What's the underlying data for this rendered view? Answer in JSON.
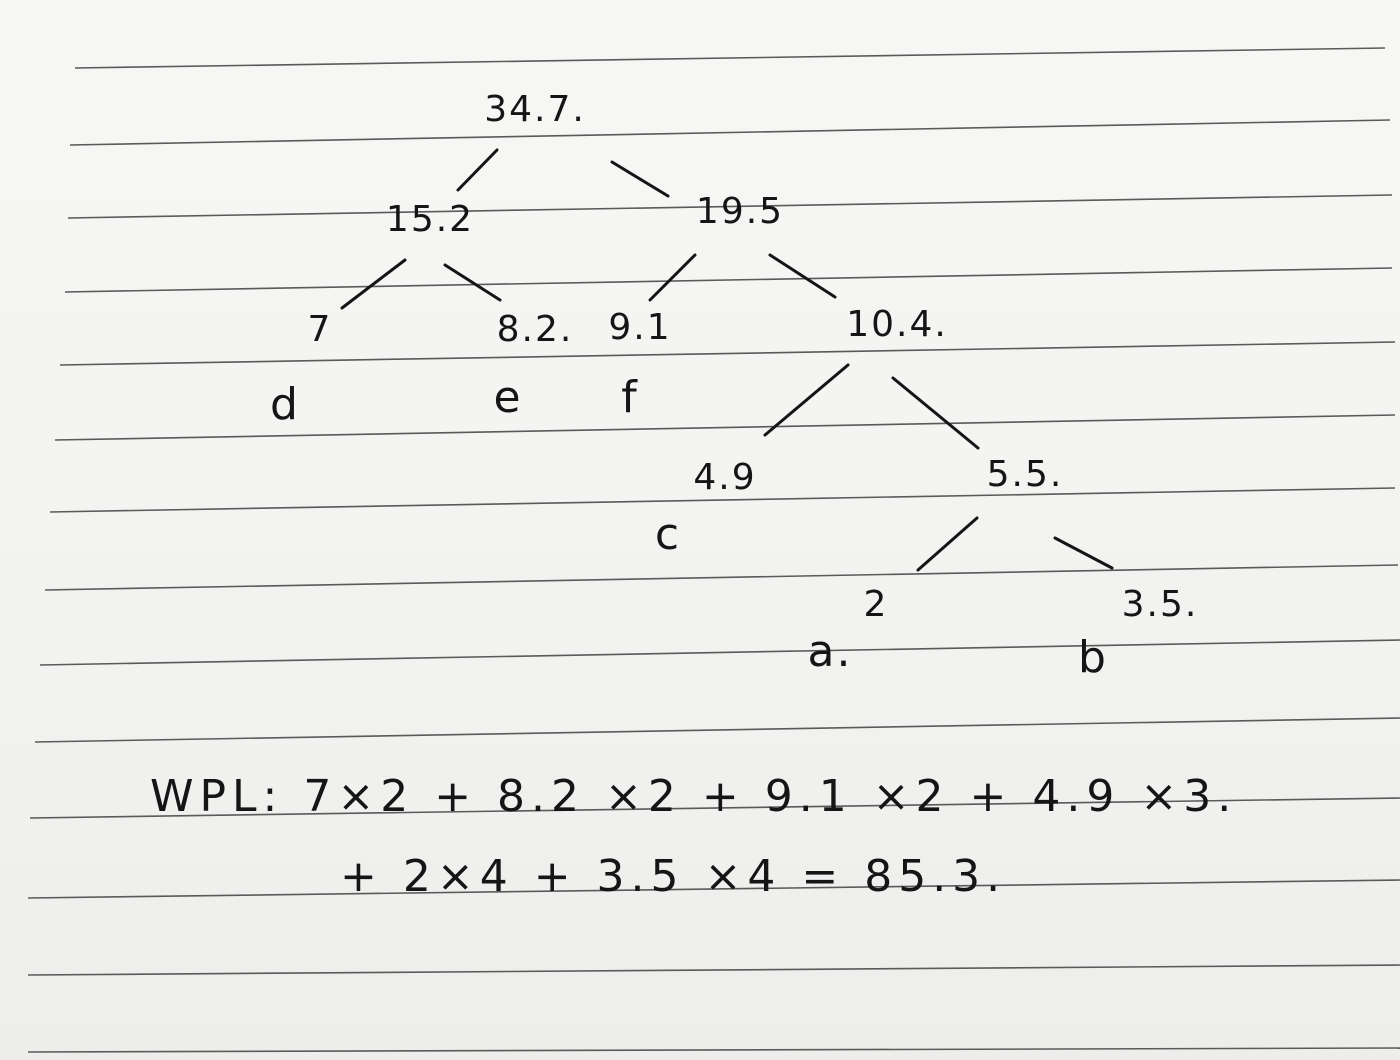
{
  "tree": {
    "nodes": [
      {
        "id": "root",
        "weight": "34.7."
      },
      {
        "id": "n15",
        "weight": "15.2"
      },
      {
        "id": "n19",
        "weight": "19.5"
      },
      {
        "id": "n7",
        "weight": "7"
      },
      {
        "id": "n82",
        "weight": "8.2."
      },
      {
        "id": "n91",
        "weight": "9.1"
      },
      {
        "id": "n104",
        "weight": "10.4."
      },
      {
        "id": "n49",
        "weight": "4.9"
      },
      {
        "id": "n55",
        "weight": "5.5."
      },
      {
        "id": "n2",
        "weight": "2"
      },
      {
        "id": "n35",
        "weight": "3.5."
      }
    ],
    "edges": [
      [
        "root",
        "n15"
      ],
      [
        "root",
        "n19"
      ],
      [
        "n15",
        "n7"
      ],
      [
        "n15",
        "n82"
      ],
      [
        "n19",
        "n91"
      ],
      [
        "n19",
        "n104"
      ],
      [
        "n104",
        "n49"
      ],
      [
        "n104",
        "n55"
      ],
      [
        "n55",
        "n2"
      ],
      [
        "n55",
        "n35"
      ]
    ],
    "leaf_labels": [
      {
        "node": "n7",
        "label": "d"
      },
      {
        "node": "n82",
        "label": "e"
      },
      {
        "node": "n91",
        "label": "f"
      },
      {
        "node": "n49",
        "label": "c"
      },
      {
        "node": "n2",
        "label": "a."
      },
      {
        "node": "n35",
        "label": "b"
      }
    ]
  },
  "wpl": {
    "line1": "WPL: 7×2 + 8.2 ×2 + 9.1 ×2 + 4.9 ×3.",
    "line2": "+ 2×4 + 3.5 ×4 = 85.3."
  }
}
